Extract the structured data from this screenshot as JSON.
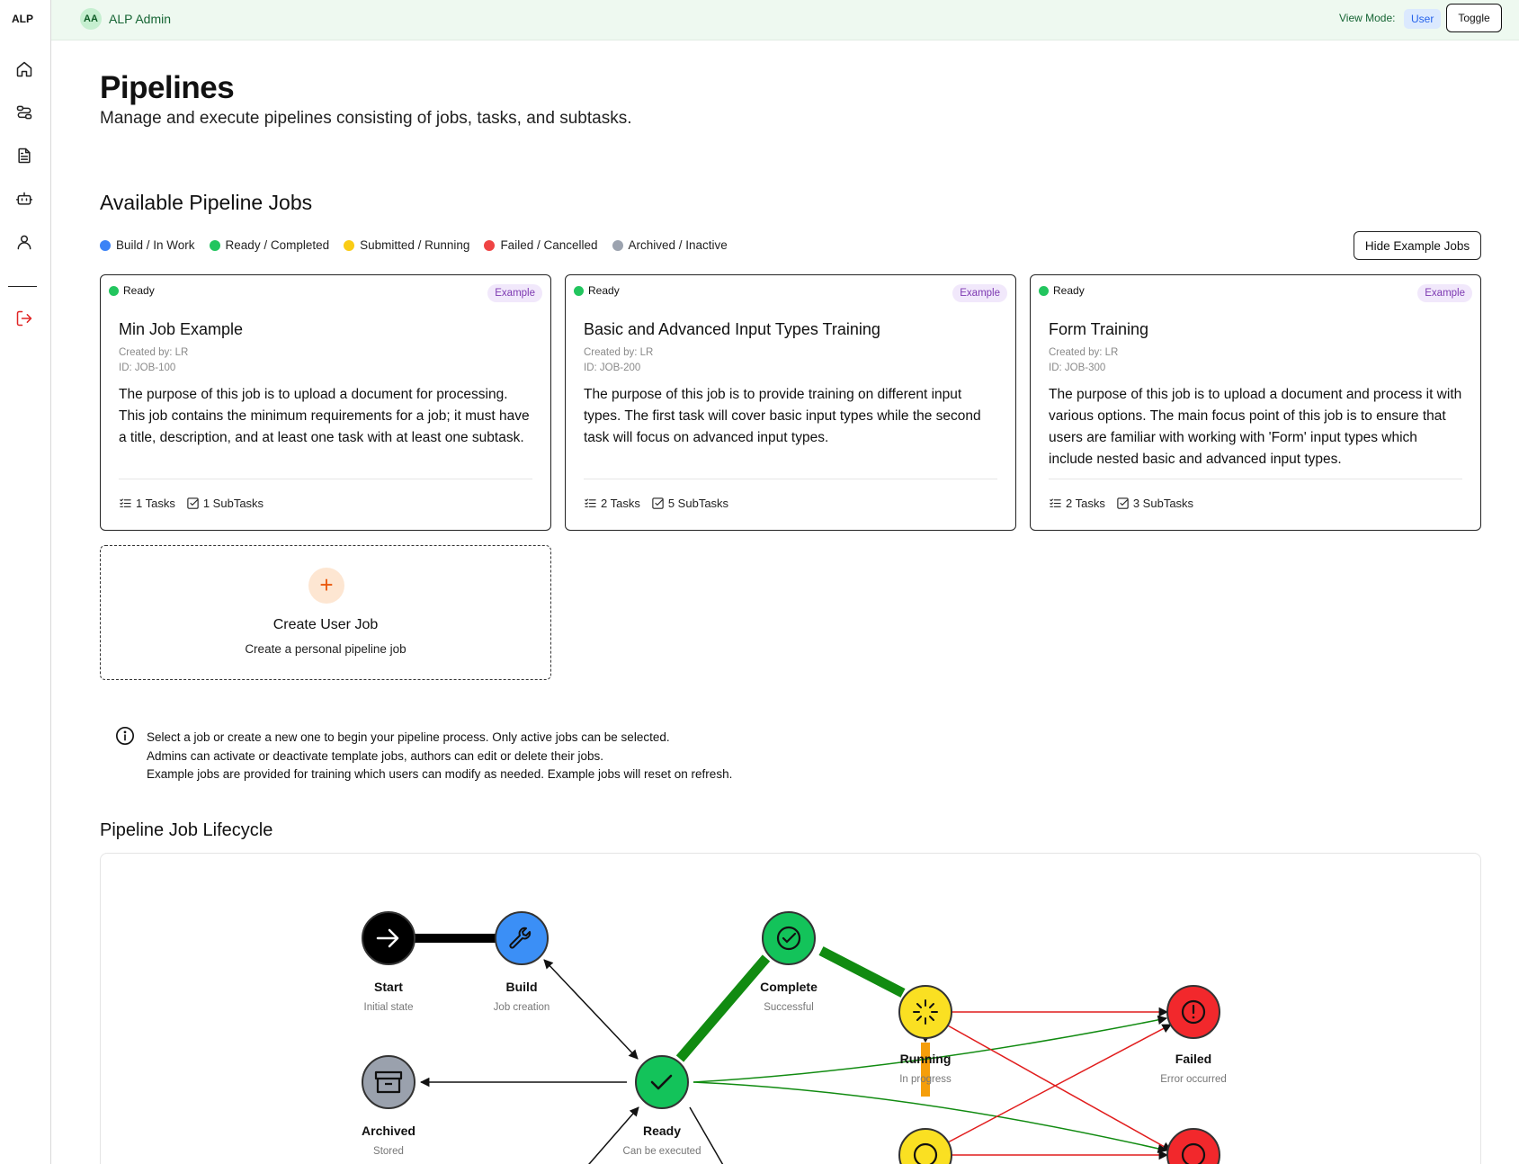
{
  "sidebar": {
    "brand": "ALP",
    "items": [
      {
        "name": "home-icon"
      },
      {
        "name": "pipelines-icon"
      },
      {
        "name": "document-icon"
      },
      {
        "name": "bot-icon"
      },
      {
        "name": "user-icon"
      }
    ],
    "logout_icon": "logout-icon"
  },
  "topbar": {
    "avatar_initials": "AA",
    "title": "ALP Admin",
    "view_mode_label": "View Mode:",
    "view_mode_value": "User",
    "toggle_label": "Toggle"
  },
  "page": {
    "title": "Pipelines",
    "subtitle": "Manage and execute pipelines consisting of jobs, tasks, and subtasks."
  },
  "jobs_section": {
    "title": "Available Pipeline Jobs",
    "hide_button_label": "Hide Example Jobs",
    "legend": [
      {
        "label": "Build / In Work",
        "color": "#3b82f6"
      },
      {
        "label": "Ready / Completed",
        "color": "#22c55e"
      },
      {
        "label": "Submitted / Running",
        "color": "#facc15"
      },
      {
        "label": "Failed / Cancelled",
        "color": "#ef4444"
      },
      {
        "label": "Archived / Inactive",
        "color": "#9ca3af"
      }
    ],
    "cards": [
      {
        "status": "Ready",
        "badge": "Example",
        "title": "Min Job Example",
        "created_by": "Created by: LR",
        "id": "ID: JOB-100",
        "description": "The purpose of this job is to upload a document for processing. This job contains the minimum requirements for a job; it must have a title, description, and at least one task with at least one subtask.",
        "tasks": "1 Tasks",
        "subtasks": "1 SubTasks"
      },
      {
        "status": "Ready",
        "badge": "Example",
        "title": "Basic and Advanced Input Types Training",
        "created_by": "Created by: LR",
        "id": "ID: JOB-200",
        "description": "The purpose of this job is to provide training on different input types. The first task will cover basic input types while the second task will focus on advanced input types.",
        "tasks": "2 Tasks",
        "subtasks": "5 SubTasks"
      },
      {
        "status": "Ready",
        "badge": "Example",
        "title": "Form Training",
        "created_by": "Created by: LR",
        "id": "ID: JOB-300",
        "description": "The purpose of this job is to upload a document and process it with various options. The main focus point of this job is to ensure that users are familiar with working with 'Form' input types which include nested basic and advanced input types.",
        "tasks": "2 Tasks",
        "subtasks": "3 SubTasks"
      }
    ],
    "create_card": {
      "plus": "+",
      "title": "Create User Job",
      "subtitle": "Create a personal pipeline job"
    }
  },
  "info": {
    "lines": [
      "Select a job or create a new one to begin your pipeline process. Only active jobs can be selected.",
      "Admins can activate or deactivate template jobs, authors can edit or delete their jobs.",
      "Example jobs are provided for training which users can modify as needed. Example jobs will reset on refresh."
    ]
  },
  "lifecycle": {
    "title": "Pipeline Job Lifecycle",
    "nodes": [
      {
        "label": "Start",
        "sub": "Initial state",
        "color": "#000000",
        "icon": "arrow-right-icon"
      },
      {
        "label": "Build",
        "sub": "Job creation",
        "color": "#3b8ff6",
        "icon": "wrench-icon"
      },
      {
        "label": "Complete",
        "sub": "Successful",
        "color": "#13c35a",
        "icon": "check-circle-icon"
      },
      {
        "label": "Running",
        "sub": "In progress",
        "color": "#fae022",
        "icon": "loader-icon"
      },
      {
        "label": "Failed",
        "sub": "Error occurred",
        "color": "#f2282c",
        "icon": "alert-circle-icon"
      },
      {
        "label": "Archived",
        "sub": "Stored",
        "color": "#9aa1ad",
        "icon": "archive-icon"
      },
      {
        "label": "Ready",
        "sub": "Can be executed",
        "color": "#13c35a",
        "icon": "check-icon"
      }
    ]
  }
}
